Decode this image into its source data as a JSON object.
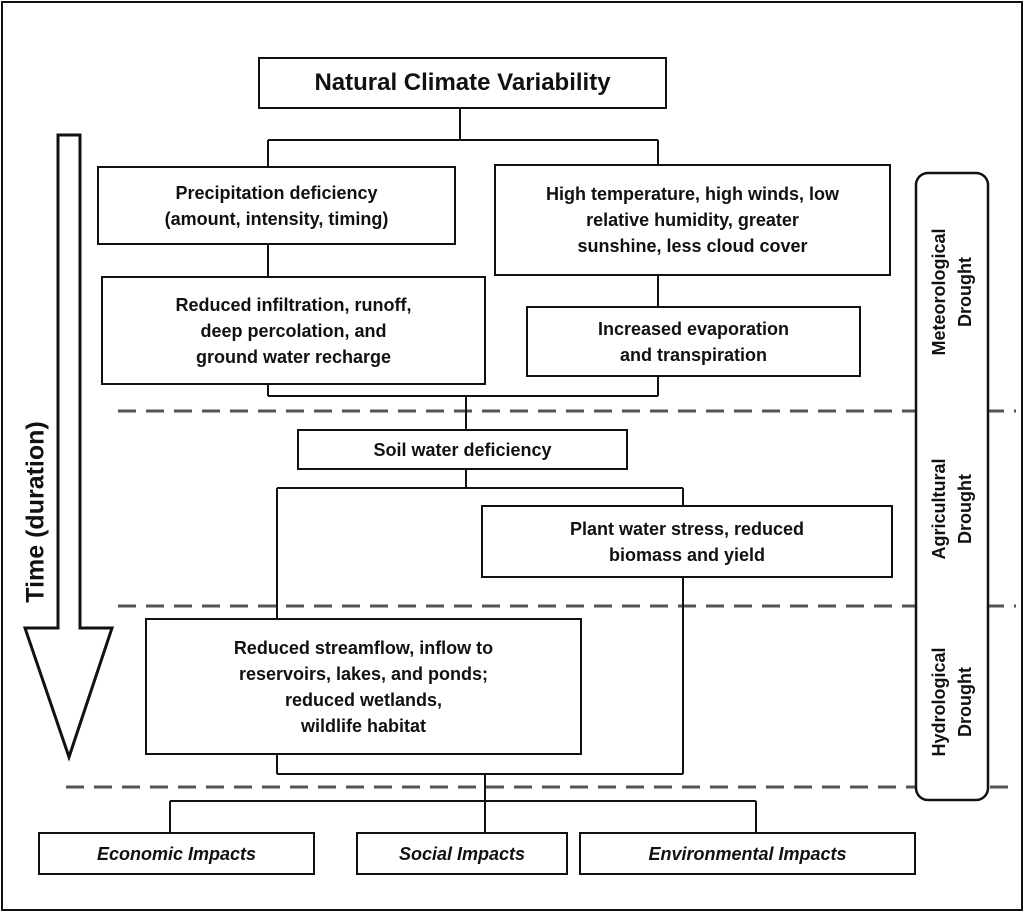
{
  "title": "Natural Climate Variability",
  "causes": {
    "precipitation": "Precipitation deficiency\n(amount, intensity, timing)",
    "temperature": "High temperature, high winds, low\nrelative humidity, greater\nsunshine, less cloud cover"
  },
  "effects": {
    "infiltration": "Reduced infiltration, runoff,\ndeep percolation, and\nground water recharge",
    "evaporation": "Increased evaporation\nand transpiration",
    "soil_water": "Soil water deficiency",
    "plant_stress": "Plant water stress, reduced\nbiomass and yield",
    "streamflow": "Reduced streamflow, inflow to\nreservoirs, lakes, and ponds;\nreduced wetlands,\nwildlife habitat"
  },
  "impacts": {
    "economic": "Economic Impacts",
    "social": "Social Impacts",
    "environmental": "Environmental Impacts"
  },
  "stages": {
    "meteorological": "Meteorological\nDrought",
    "agricultural": "Agricultural\nDrought",
    "hydrological": "Hydrological\nDrought"
  },
  "time_axis_label": "Time (duration)",
  "colors": {
    "line": "#111111",
    "dashed_divider": "#555555",
    "background": "#ffffff"
  }
}
